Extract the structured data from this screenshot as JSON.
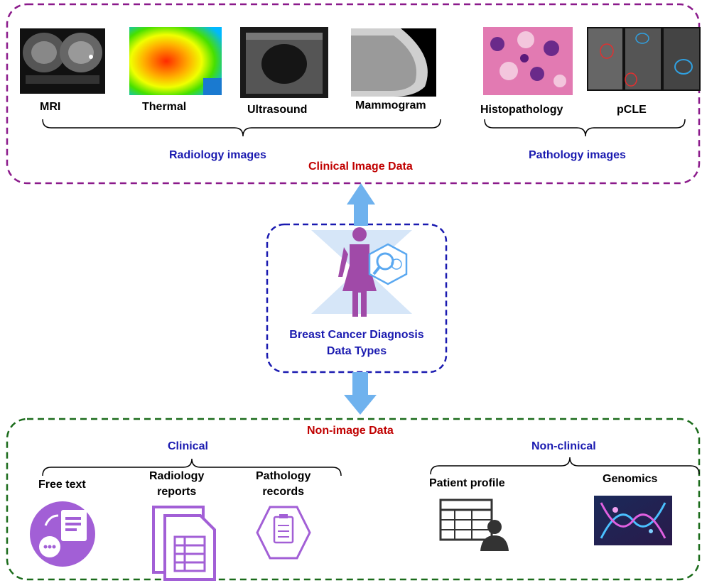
{
  "clinical_image": {
    "title": "Clinical Image Data",
    "radiology": {
      "group_label": "Radiology images",
      "items": [
        "MRI",
        "Thermal",
        "Ultrasound",
        "Mammogram"
      ]
    },
    "pathology": {
      "group_label": "Pathology images",
      "items": [
        "Histopathology",
        "pCLE"
      ]
    }
  },
  "center": {
    "line1": "Breast Cancer Diagnosis",
    "line2": "Data Types"
  },
  "non_image": {
    "title": "Non-image Data",
    "clinical": {
      "group_label": "Clinical",
      "free_text": "Free text",
      "radiology_reports": [
        "Radiology",
        "reports"
      ],
      "pathology_records": [
        "Pathology",
        "records"
      ]
    },
    "non_clinical": {
      "group_label": "Non-clinical",
      "patient_profile": "Patient profile",
      "genomics": "Genomics"
    }
  },
  "colors": {
    "top_border": "#8b1a8b",
    "bottom_border": "#1a6b1a",
    "center_border": "#1a1ab0",
    "arrow": "#6fb2ee",
    "figure": "#a04aa8",
    "icon_purple": "#a25fd6"
  }
}
